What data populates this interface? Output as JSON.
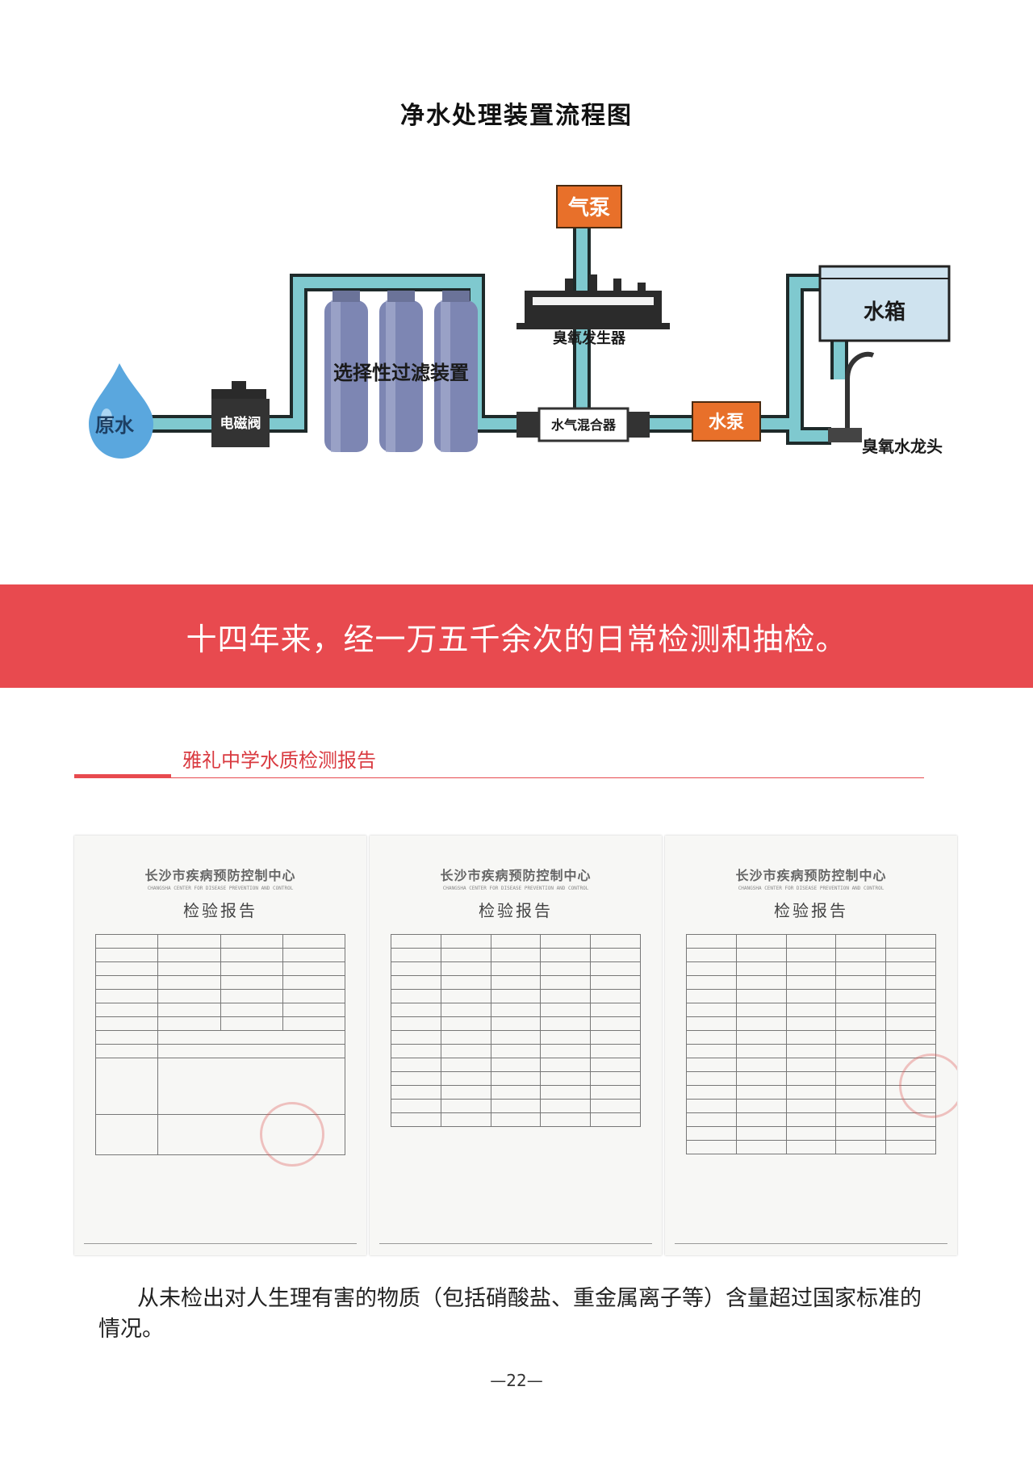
{
  "diagram": {
    "title": "净水处理装置流程图",
    "labels": {
      "raw_water": "原水",
      "solenoid_valve": "电磁阀",
      "filter": "选择性过滤装置",
      "air_pump": "气泵",
      "ozone_generator": "臭氧发生器",
      "water_gas_mixer": "水气混合器",
      "water_pump": "水泵",
      "water_tank": "水箱",
      "ozone_faucet": "臭氧水龙头"
    },
    "colors": {
      "pipe": "#7fc9cf",
      "pipe_outline": "#1e2a2a",
      "label_box": "#e8702a",
      "tank": "#cfe3ef",
      "drop": "#5aa7de"
    }
  },
  "banner": {
    "text": "十四年来，经一万五千余次的日常检测和抽检。",
    "color": "#e84a4f"
  },
  "section": {
    "heading": "雅礼中学水质检测报告"
  },
  "reports": [
    {
      "org": "长沙市疾病预防控制中心",
      "org_en": "CHANGSHA CENTER FOR DISEASE PREVENTION AND CONTROL",
      "title": "检验报告"
    },
    {
      "org": "长沙市疾病预防控制中心",
      "org_en": "CHANGSHA CENTER FOR DISEASE PREVENTION AND CONTROL",
      "title": "检验报告"
    },
    {
      "org": "长沙市疾病预防控制中心",
      "org_en": "CHANGSHA CENTER FOR DISEASE PREVENTION AND CONTROL",
      "title": "检验报告"
    }
  ],
  "body": {
    "text": "从未检出对人生理有害的物质（包括硝酸盐、重金属离子等）含量超过国家标准的情况。"
  },
  "page": {
    "number": "—22—"
  }
}
